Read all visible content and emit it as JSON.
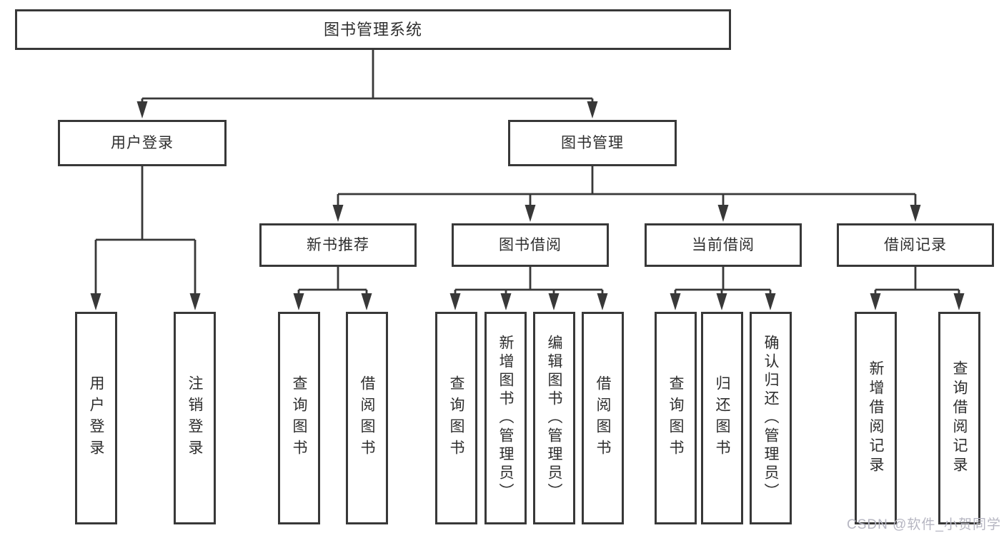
{
  "diagram": {
    "type": "hierarchy-tree",
    "nodes": {
      "root": "图书管理系统",
      "level2": [
        "用户登录",
        "图书管理"
      ],
      "level3": [
        "新书推荐",
        "图书借阅",
        "当前借阅",
        "借阅记录"
      ],
      "leaves": [
        "用户登录",
        "注销登录",
        "查询图书",
        "借阅图书",
        "查询图书",
        "新增图书（管理员）",
        "编辑图书（管理员）",
        "借阅图书",
        "查询图书",
        "归还图书",
        "确认归还（管理员）",
        "新增借阅记录",
        "查询借阅记录"
      ]
    },
    "edges": [
      {
        "from": "图书管理系统",
        "to": [
          "用户登录",
          "图书管理"
        ]
      },
      {
        "from": "用户登录",
        "to": [
          "用户登录",
          "注销登录"
        ]
      },
      {
        "from": "图书管理",
        "to": [
          "新书推荐",
          "图书借阅",
          "当前借阅",
          "借阅记录"
        ]
      },
      {
        "from": "新书推荐",
        "to": [
          "查询图书",
          "借阅图书"
        ]
      },
      {
        "from": "图书借阅",
        "to": [
          "查询图书",
          "新增图书（管理员）",
          "编辑图书（管理员）",
          "借阅图书"
        ]
      },
      {
        "from": "当前借阅",
        "to": [
          "查询图书",
          "归还图书",
          "确认归还（管理员）"
        ]
      },
      {
        "from": "借阅记录",
        "to": [
          "新增借阅记录",
          "查询借阅记录"
        ]
      }
    ]
  },
  "watermark": "CSDN @软件_小贺同学",
  "colors": {
    "line": "#383838",
    "box_border": "#383838",
    "text": "#2e2e2e",
    "background": "#ffffff",
    "watermark": "#b6b6c2"
  }
}
